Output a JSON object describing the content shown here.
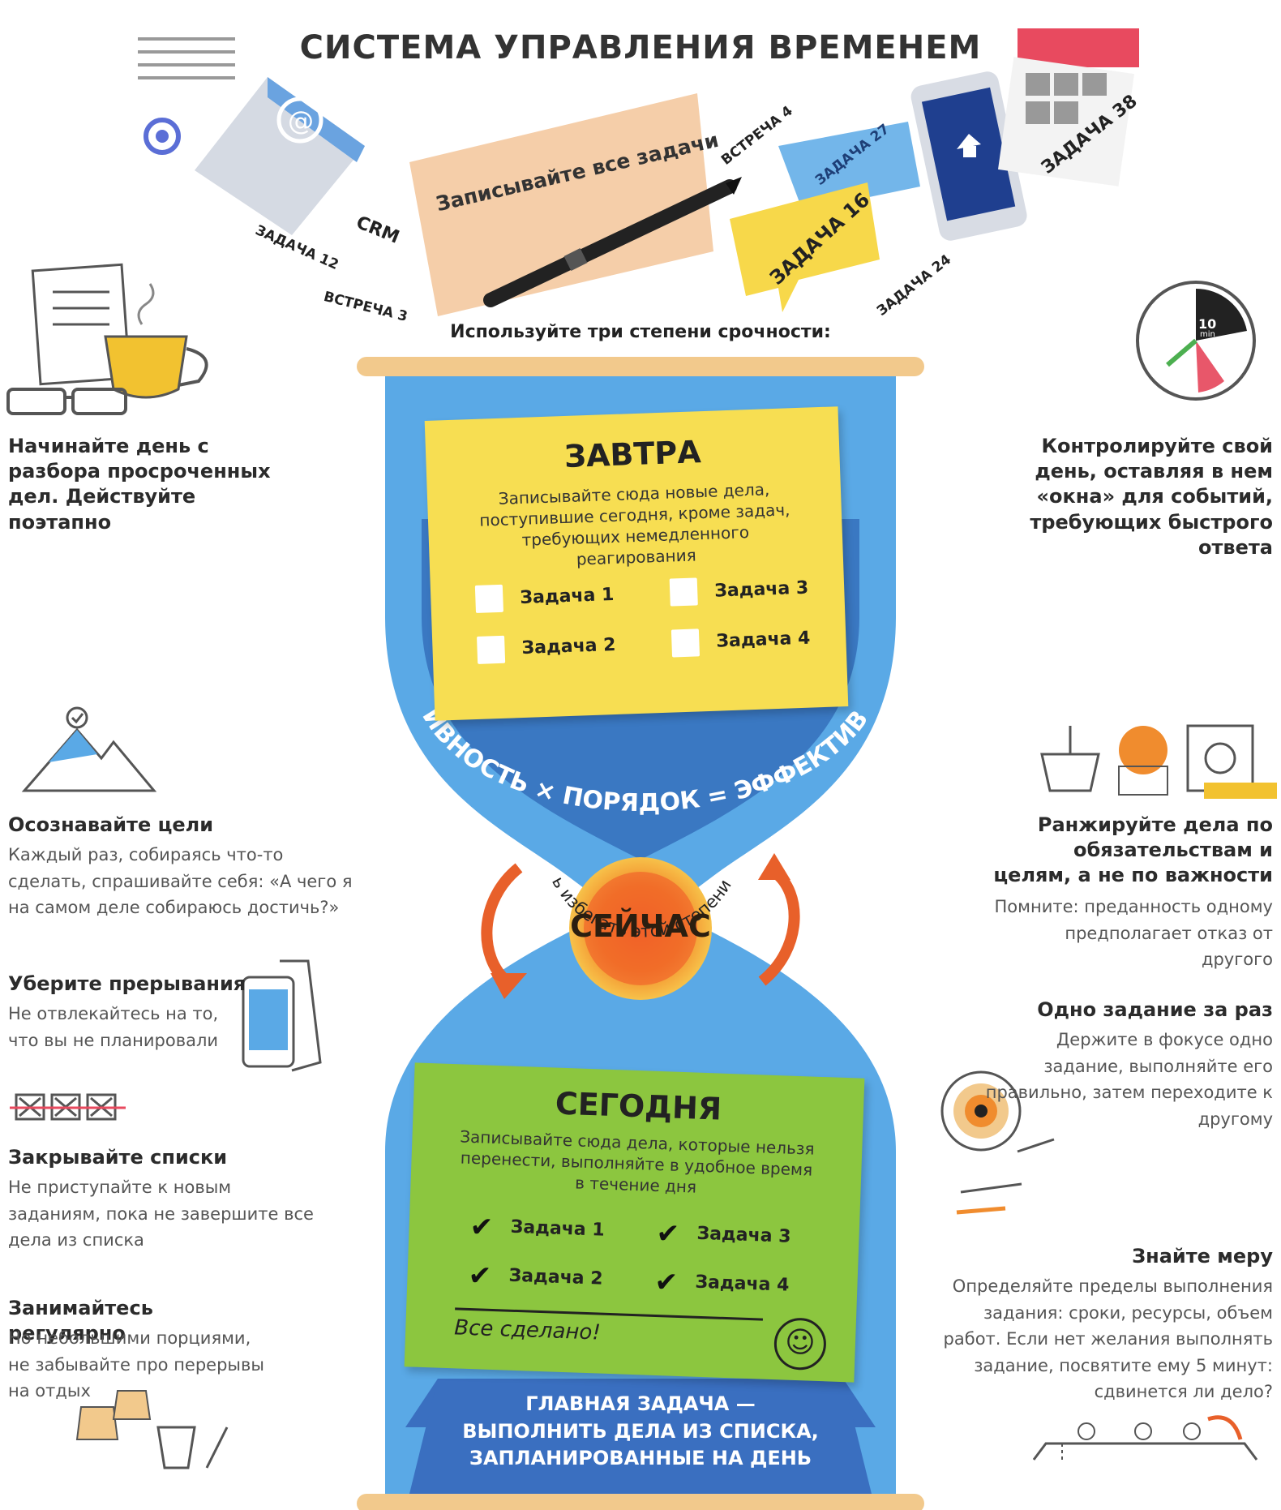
{
  "title": "СИСТЕМА УПРАВЛЕНИЯ ВРЕМЕНЕМ",
  "floating_tags": {
    "crm": "CRM",
    "task12": "ЗАДАЧА 12",
    "meeting3": "ВСТРЕЧА 3",
    "meeting4": "ВСТРЕЧА 4",
    "task27": "ЗАДАЧА 27",
    "task16": "ЗАДАЧА 16",
    "task24": "ЗАДАЧА 24",
    "task38": "ЗАДАЧА 38"
  },
  "note_card": "Записывайте все задачи",
  "urgency_line": "Используйте три степени срочности:",
  "clock_label_num": "10",
  "clock_label_unit": "min",
  "tomorrow": {
    "title": "ЗАВТРА",
    "text": "Записывайте сюда новые дела, поступившие сегодня, кроме задач, требующих немедленного реагирования",
    "tasks": [
      "Задача 1",
      "Задача 3",
      "Задача 2",
      "Задача 4"
    ]
  },
  "formula": "КРЕАТИВНОСТЬ × ПОРЯДОК = ЭФФЕКТИВНОСТЬ",
  "now_label": "СЕЙЧАС",
  "now_hint": "Старайтесь избегать этой степени срочности",
  "today": {
    "title": "СЕГОДНЯ",
    "text": "Записывайте сюда дела, которые нельзя перенести, выполняйте в удобное время в течение дня",
    "tasks": [
      "Задача 1",
      "Задача 3",
      "Задача 2",
      "Задача 4"
    ],
    "done": "Все сделано!"
  },
  "main_task": {
    "line1": "ГЛАВНАЯ ЗАДАЧА —",
    "line2": "ВЫПОЛНИТЬ ДЕЛА ИЗ СПИСКА,",
    "line3": "ЗАПЛАНИРОВАННЫЕ НА ДЕНЬ"
  },
  "left_tips": [
    {
      "heading": "Начинайте день с разбора просроченных дел. Действуйте поэтапно",
      "text": ""
    },
    {
      "heading": "Осознавайте цели",
      "text": "Каждый раз, собираясь что-то сделать, спрашивайте себя: «А чего я на самом деле собираюсь достичь?»"
    },
    {
      "heading": "Уберите прерывания",
      "text": "Не отвлекайтесь на то, что вы не планировали"
    },
    {
      "heading": "Закрывайте списки",
      "text": "Не приступайте к новым заданиям, пока не завершите все дела из списка"
    },
    {
      "heading": "Занимайтесь регулярно",
      "text": "Но небольшими порциями, не забывайте про перерывы на отдых"
    }
  ],
  "right_tips": [
    {
      "heading": "Контролируйте свой день, оставляя в нем «окна» для событий, требующих быстрого ответа",
      "text": ""
    },
    {
      "heading": "Ранжируйте дела по обязательствам и целям, а не по важности",
      "text": "Помните: преданность одному предполагает отказ от другого"
    },
    {
      "heading": "Одно задание за раз",
      "text": "Держите в фокусе одно задание, выполняйте его правильно, затем переходите к другому"
    },
    {
      "heading": "Знайте меру",
      "text": "Определяйте пределы выполнения задания: сроки, ресурсы, объем работ. Если нет желания выполнять задание, посвятите ему 5 минут: сдвинется ли дело?"
    }
  ],
  "colors": {
    "hourglass_blue": "#5aa9e6",
    "deep_blue": "#3a78c2",
    "sticky_yellow": "#f7de52",
    "sticky_green": "#8cc63f",
    "orange": "#f08c2e",
    "sand": "#f2c98c"
  }
}
